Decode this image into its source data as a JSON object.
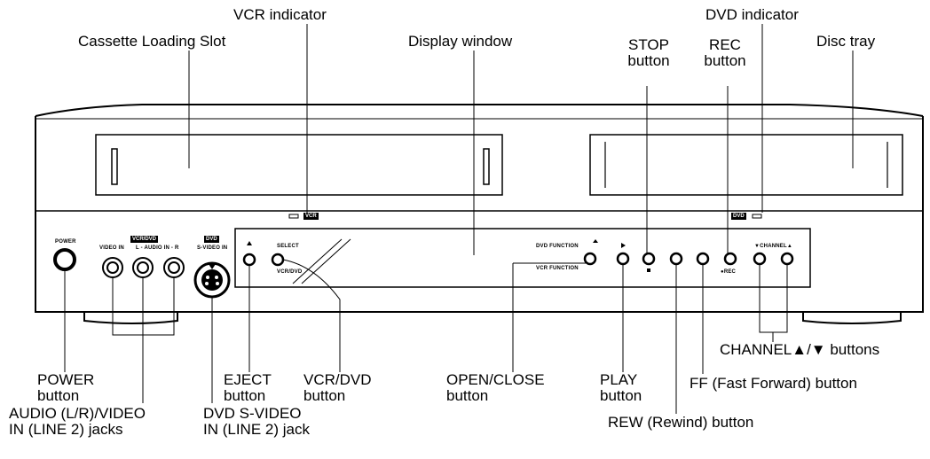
{
  "labels": {
    "vcr_indicator": "VCR indicator",
    "cassette_slot": "Cassette Loading Slot",
    "display_window": "Display window",
    "stop_button_l1": "STOP",
    "stop_button_l2": "button",
    "rec_button_l1": "REC",
    "rec_button_l2": "button",
    "dvd_indicator": "DVD indicator",
    "disc_tray": "Disc tray",
    "channel_buttons": "CHANNEL▲/▼ buttons",
    "power_l1": "POWER",
    "power_l2": "button",
    "eject_l1": "EJECT",
    "eject_l2": "button",
    "vcrdvd_l1": "VCR/DVD",
    "vcrdvd_l2": "button",
    "openclose_l1": "OPEN/CLOSE",
    "openclose_l2": "button",
    "play_l1": "PLAY",
    "play_l2": "button",
    "ff_button": "FF (Fast Forward) button",
    "rew_button": "REW (Rewind) button",
    "audio_l1": "AUDIO (L/R)/VIDEO",
    "audio_l2": "IN (LINE 2) jacks",
    "svideo_l1": "DVD S-VIDEO",
    "svideo_l2": "IN (LINE 2) jack"
  },
  "panel_text": {
    "vcr_badge": "VCR",
    "dvd_badge": "DVD",
    "power": "POWER",
    "video_in": "VIDEO IN",
    "audio_in": "L - AUDIO IN - R",
    "vcr_dvd_group": "VCR/DVD",
    "dvd_group": "DVD",
    "svideo_in": "S-VIDEO IN",
    "select": "SELECT",
    "vcr_dvd": "VCR/DVD",
    "dvd_function": "DVD FUNCTION",
    "vcr_function": "VCR FUNCTION",
    "rec_small": "●REC",
    "channel_small": "▼CHANNEL▲"
  }
}
